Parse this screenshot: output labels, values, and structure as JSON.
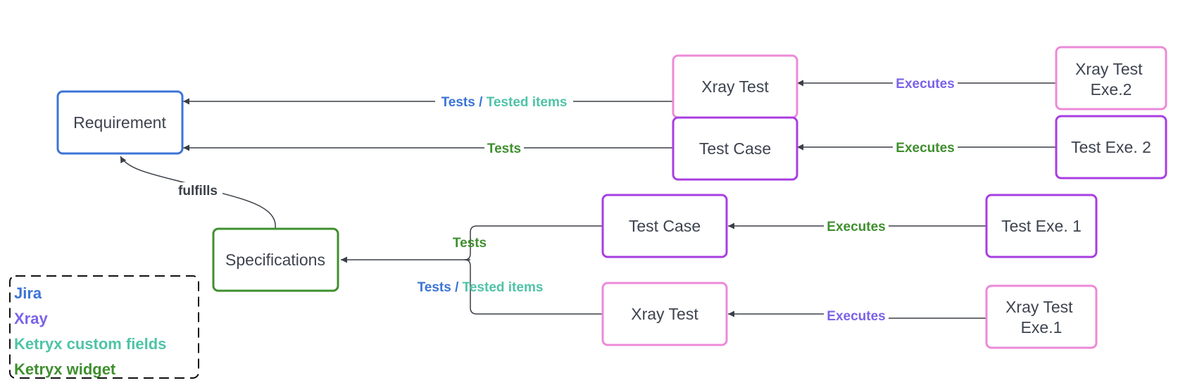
{
  "colors": {
    "jira": "#3b74d6",
    "xray": "#7b63e8",
    "ketryx_custom_fields": "#4fc3a7",
    "ketryx_widget": "#3f8f2e",
    "xray_test_border": "#ec8ad8",
    "test_case_border": "#a83ee0",
    "requirement_border": "#3b74d6",
    "specifications_border": "#3f8f2e",
    "edge": "#3a3f47",
    "text": "#3d4450",
    "fulfills_label": "#3a3f47"
  },
  "nodes": {
    "requirement": "Requirement",
    "specifications": "Specifications",
    "xray_test_top": "Xray Test",
    "test_case_top": "Test Case",
    "xray_test_exe_2_line1": "Xray Test",
    "xray_test_exe_2_line2": "Exe.2",
    "test_exe_2": "Test Exe. 2",
    "test_case_bottom": "Test Case",
    "test_exe_1": "Test Exe. 1",
    "xray_test_bottom": "Xray Test",
    "xray_test_exe_1_line1": "Xray Test",
    "xray_test_exe_1_line2": "Exe.1"
  },
  "edges": {
    "tests_tested_items_top": {
      "part1": "Tests",
      "separator": " / ",
      "part2": "Tested items"
    },
    "tests_top": "Tests",
    "executes_xray_top": "Executes",
    "executes_test_case_top": "Executes",
    "fulfills": "fulfills",
    "tests_bottom": "Tests",
    "tests_tested_items_bottom": {
      "part1": "Tests",
      "separator": " / ",
      "part2": "Tested items"
    },
    "executes_test_case_bottom": "Executes",
    "executes_xray_bottom": "Executes"
  },
  "legend": {
    "jira": "Jira",
    "xray": "Xray",
    "ketryx_custom_fields": "Ketryx custom fields",
    "ketryx_widget": "Ketryx widget"
  }
}
